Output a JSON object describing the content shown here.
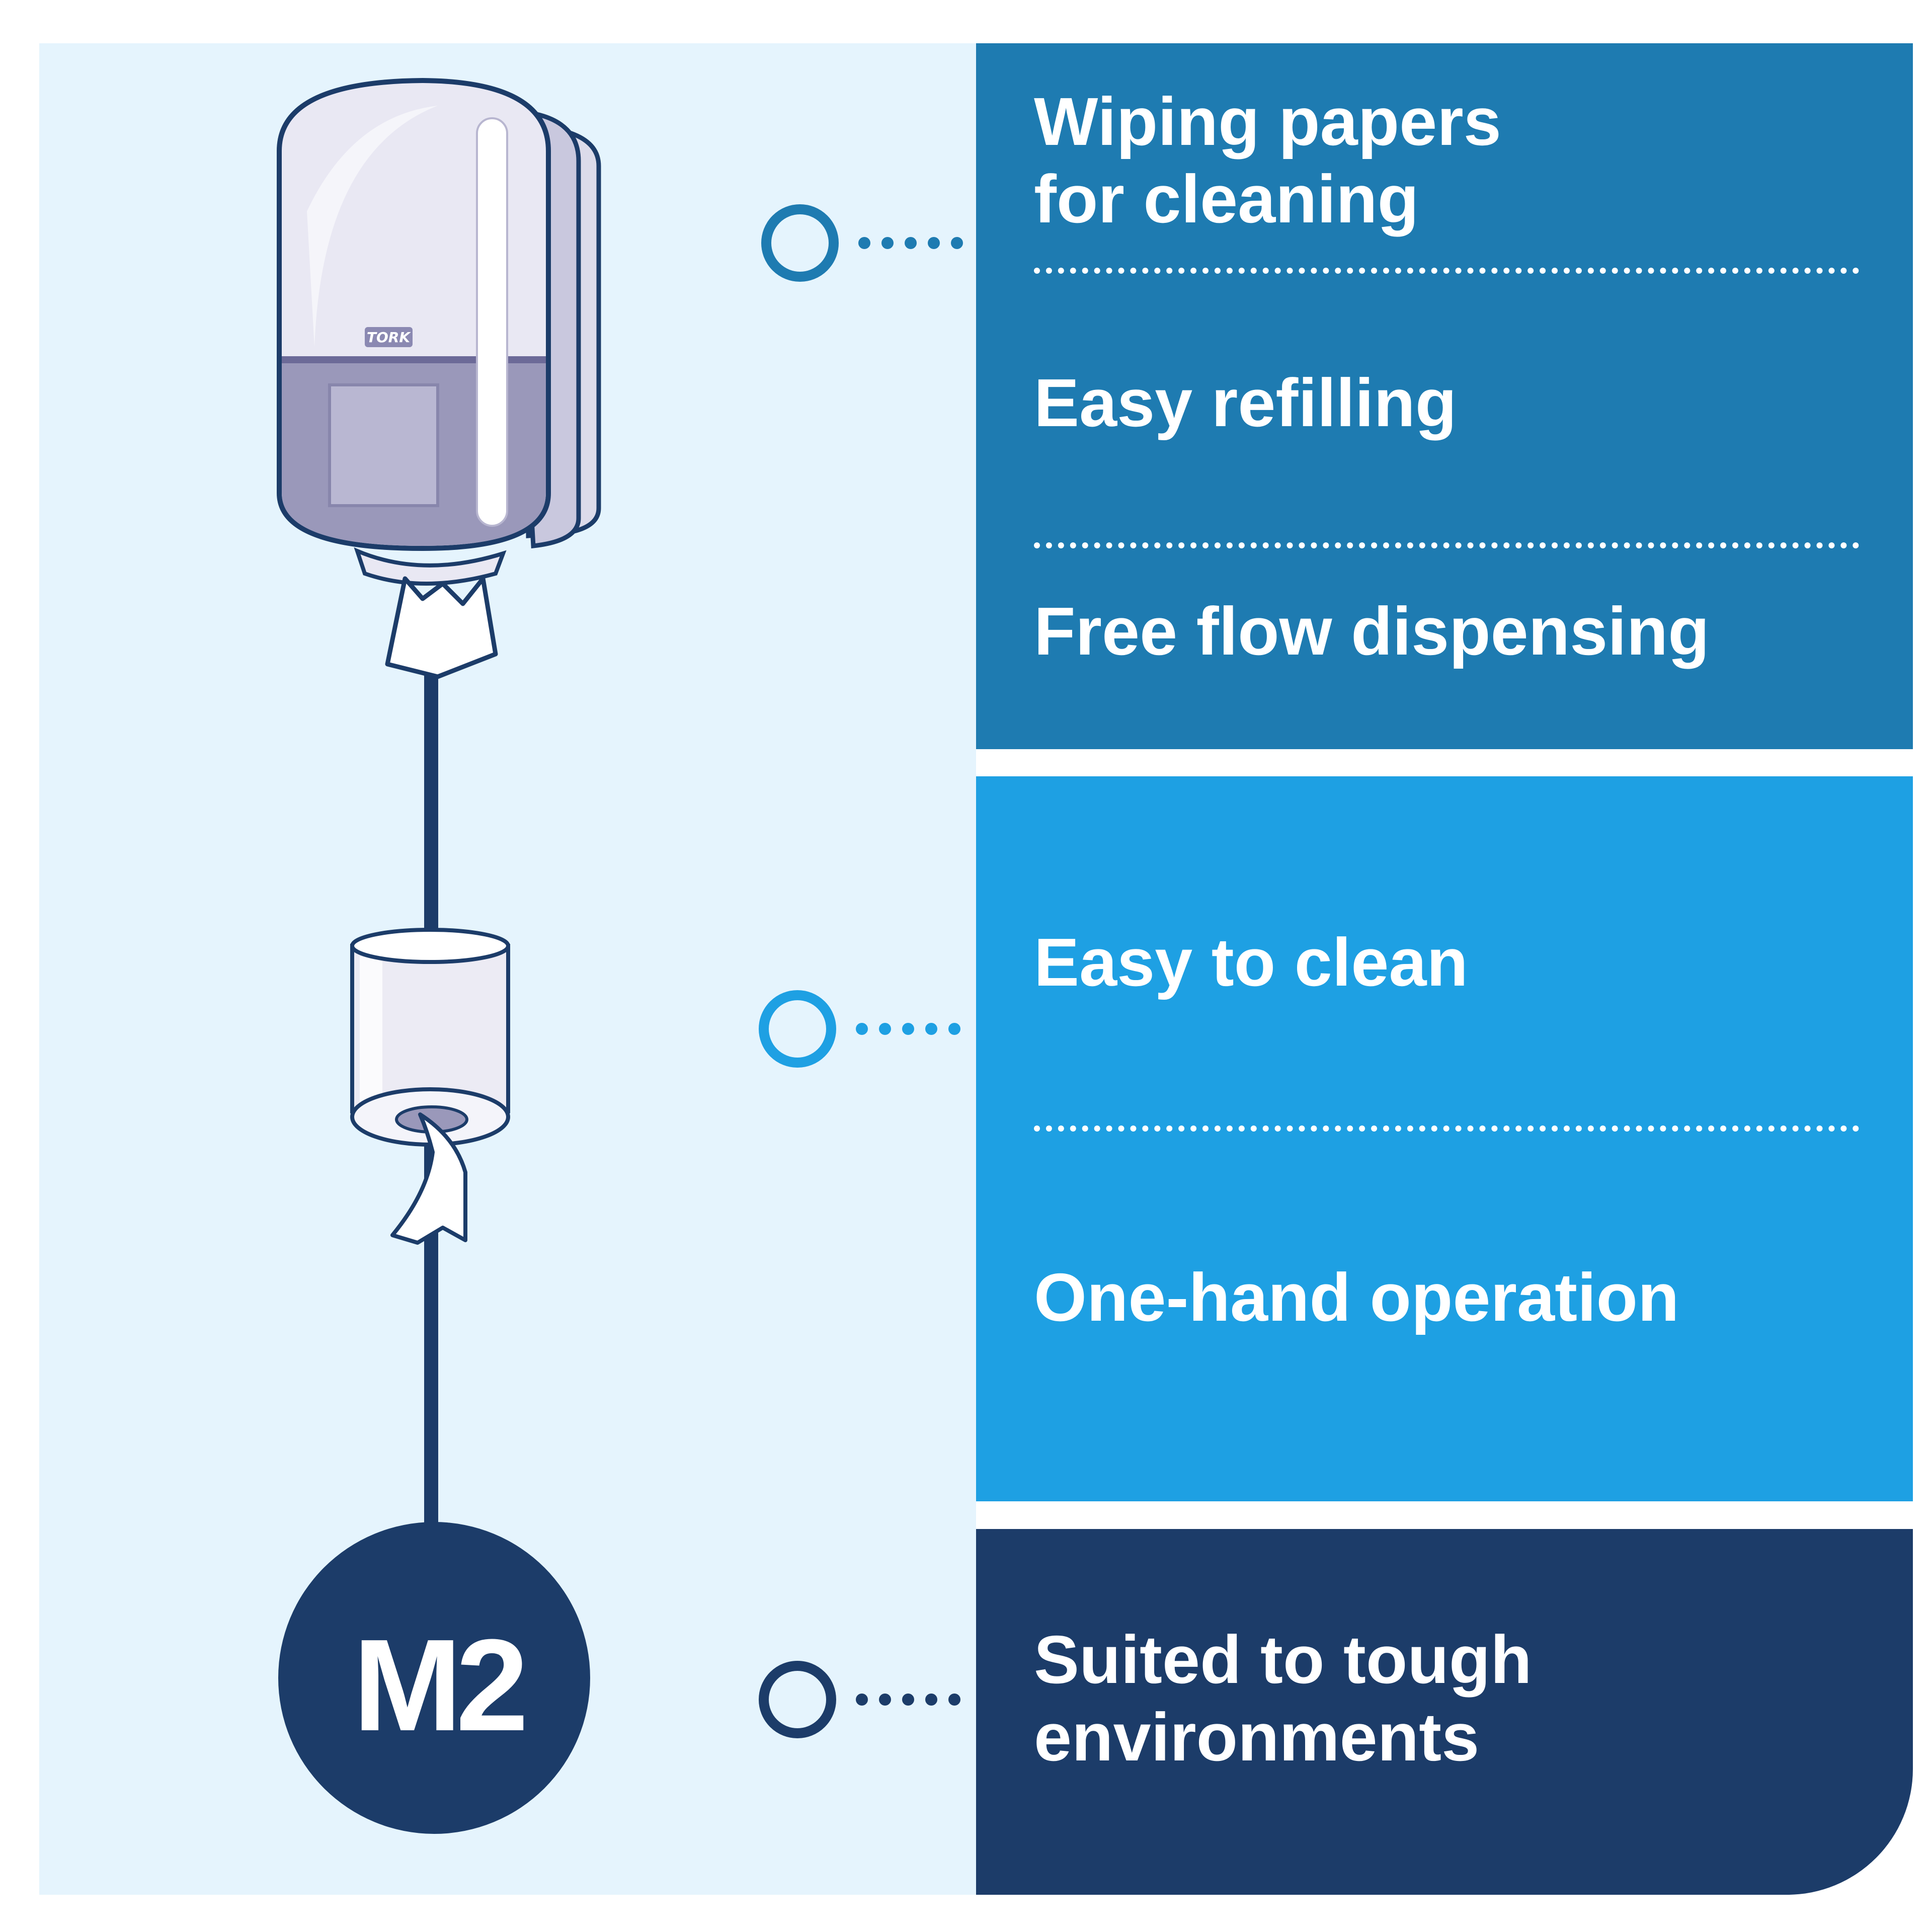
{
  "brand_label": "TORK",
  "product_code": "M2",
  "groups": [
    {
      "color": "#1e7bb1",
      "features": [
        {
          "label": "Wiping papers\nfor cleaning"
        },
        {
          "label": "Easy refilling"
        },
        {
          "label": "Free flow dispensing"
        }
      ]
    },
    {
      "color": "#1ea0e3",
      "features": [
        {
          "label": "Easy to clean"
        },
        {
          "label": "One-hand operation"
        }
      ]
    },
    {
      "color": "#1c3c69",
      "features": [
        {
          "label": "Suited to tough\nenvironments"
        }
      ]
    }
  ],
  "colors": {
    "background": "#e5f4fd",
    "line": "#1c3c69",
    "dispenser_body": "#e9e8f3",
    "dispenser_shade": "#9a98ba"
  },
  "icons": [
    "dispenser-icon",
    "paper-roll-icon",
    "connector-node-icon"
  ]
}
